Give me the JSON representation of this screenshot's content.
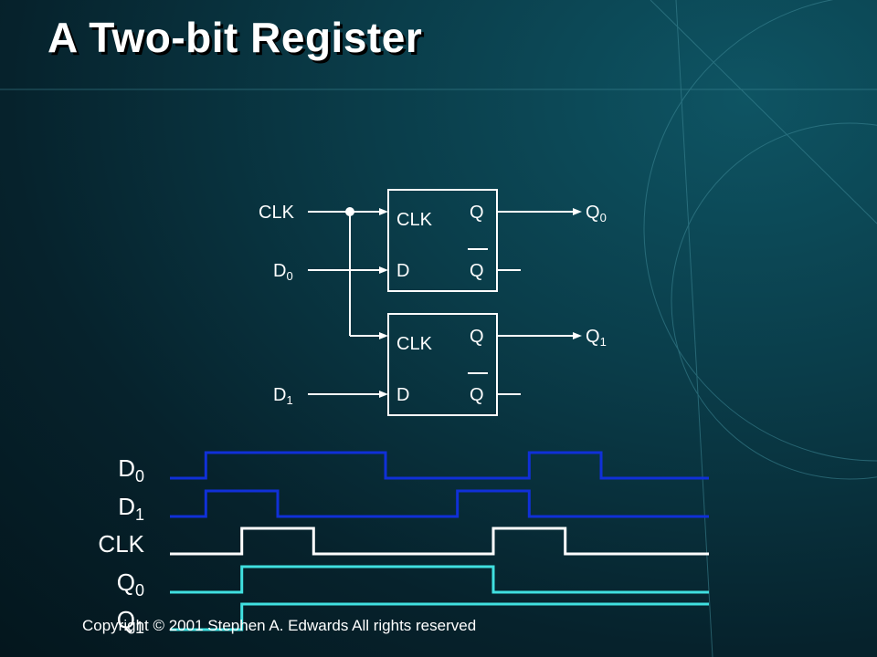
{
  "slide": {
    "title": "A Two-bit Register",
    "copyright": "Copyright © 2001 Stephen A. Edwards All rights reserved"
  },
  "circuit": {
    "inputs": {
      "clk": "CLK",
      "d0": "D",
      "d0_sub": "0",
      "d1": "D",
      "d1_sub": "1"
    },
    "outputs": {
      "q0": "Q",
      "q0_sub": "0",
      "q1": "Q",
      "q1_sub": "1"
    },
    "flipflop_pins": {
      "clk": "CLK",
      "d": "D",
      "q": "Q",
      "q_bar": "Q"
    }
  },
  "waveforms": {
    "signals": [
      {
        "label": "D",
        "sub": "0",
        "color": "#1030d8",
        "levels": [
          0,
          1,
          1,
          1,
          1,
          1,
          0,
          0,
          0,
          0,
          1,
          1,
          0,
          0,
          0
        ]
      },
      {
        "label": "D",
        "sub": "1",
        "color": "#1030d8",
        "levels": [
          0,
          1,
          1,
          0,
          0,
          0,
          0,
          0,
          1,
          1,
          0,
          0,
          0,
          0,
          0
        ]
      },
      {
        "label": "CLK",
        "sub": "",
        "color": "#ffffff",
        "levels": [
          0,
          0,
          1,
          1,
          0,
          0,
          0,
          0,
          0,
          1,
          1,
          0,
          0,
          0,
          0
        ]
      },
      {
        "label": "Q",
        "sub": "0",
        "color": "#40e0e0",
        "levels": [
          0,
          0,
          1,
          1,
          1,
          1,
          1,
          1,
          1,
          0,
          0,
          0,
          0,
          0,
          0
        ]
      },
      {
        "label": "Q",
        "sub": "1",
        "color": "#40e0e0",
        "levels": [
          0,
          0,
          1,
          1,
          1,
          1,
          1,
          1,
          1,
          1,
          1,
          1,
          1,
          1,
          1
        ]
      }
    ]
  }
}
